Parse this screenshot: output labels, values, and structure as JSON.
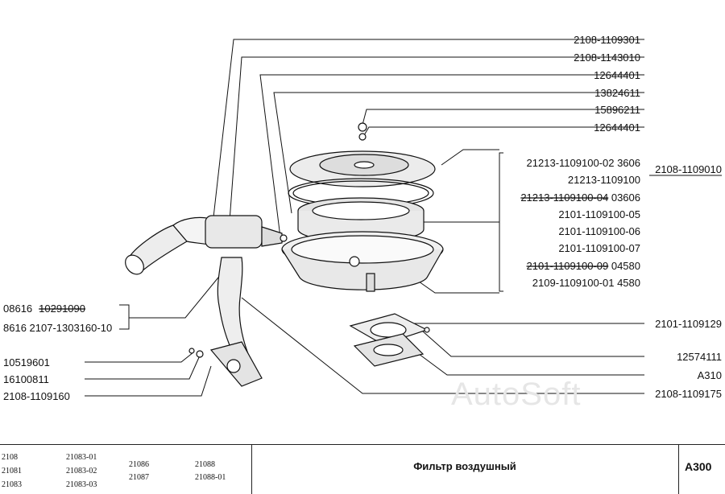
{
  "diagram": {
    "title": "Фильтр воздушный",
    "code": "A300",
    "watermark": "AutoSoft",
    "right_labels": [
      "2108-1109301",
      "2108-1143010",
      "12644401",
      "13824611",
      "15896211",
      "12644401"
    ],
    "filter_group": {
      "items": [
        {
          "text": "21213-1109100-02  3606",
          "strike": false
        },
        {
          "text": "21213-1109100",
          "strike": false
        },
        {
          "text": "21213-1109100-04",
          "strike": true,
          "suffix": "  03606"
        },
        {
          "text": "2101-1109100-05",
          "strike": false
        },
        {
          "text": "2101-1109100-06",
          "strike": false
        },
        {
          "text": "2101-1109100-07",
          "strike": false
        },
        {
          "text": "2101-1109100-09",
          "strike": true,
          "suffix": "  04580"
        },
        {
          "text": "2109-1109100-01  4580",
          "strike": false
        }
      ],
      "assembly": "2108-1109010"
    },
    "lower_right_labels": [
      "2101-1109129",
      "12574111",
      "A310",
      "2108-1109175"
    ],
    "left_labels": {
      "line1_prefix": "08616",
      "line1_struck": "10291090",
      "line2": "8616   2107-1303160-10",
      "part_a": "10519601",
      "part_b": "16100811",
      "part_c": "2108-1109160"
    }
  },
  "models": [
    [
      "2108",
      "21081",
      "21083"
    ],
    [
      "21083-01",
      "21083-02",
      "21083-03"
    ],
    [
      "21086",
      "21087"
    ],
    [
      "21088",
      "21088-01"
    ]
  ]
}
